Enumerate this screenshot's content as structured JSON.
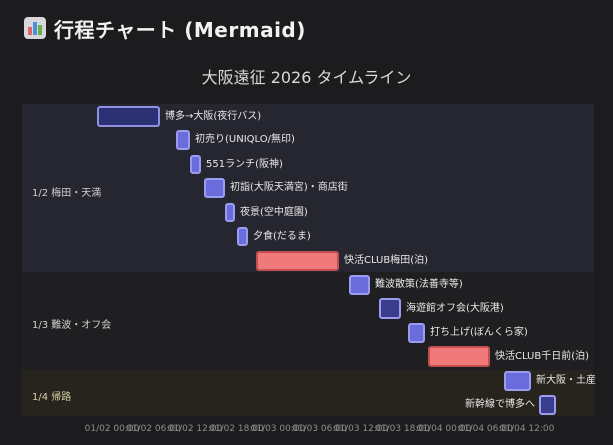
{
  "header": {
    "icon": "bar-chart-icon",
    "title": "行程チャート (Mermaid)"
  },
  "gantt": {
    "title": "大阪遠征 2026 タイムライン",
    "sections": [
      {
        "label": "1/2 梅田・天満"
      },
      {
        "label": "1/3 難波・オフ会"
      },
      {
        "label": "1/4 帰路"
      }
    ],
    "tasks": [
      {
        "label": "博多→大阪(夜行バス)",
        "section": 0,
        "status": "done"
      },
      {
        "label": "初売り(UNIQLO/無印)",
        "section": 0,
        "status": "active"
      },
      {
        "label": "551ランチ(阪神)",
        "section": 0,
        "status": "active"
      },
      {
        "label": "初詣(大阪天満宮)・商店街",
        "section": 0,
        "status": "active"
      },
      {
        "label": "夜景(空中庭園)",
        "section": 0,
        "status": "active"
      },
      {
        "label": "夕食(だるま)",
        "section": 0,
        "status": "active"
      },
      {
        "label": "快活CLUB梅田(泊)",
        "section": 0,
        "status": "crit"
      },
      {
        "label": "難波散策(法善寺等)",
        "section": 1,
        "status": "active"
      },
      {
        "label": "海遊館オフ会(大阪港)",
        "section": 1,
        "status": "dark"
      },
      {
        "label": "打ち上げ(ぼんくら家)",
        "section": 1,
        "status": "active"
      },
      {
        "label": "快活CLUB千日前(泊)",
        "section": 1,
        "status": "crit"
      },
      {
        "label": "新大阪・土産",
        "section": 2,
        "status": "active"
      },
      {
        "label": "新幹線で博多へ",
        "section": 2,
        "status": "dark"
      }
    ],
    "axis_ticks": [
      "01/02 00:00",
      "01/02 06:00",
      "01/02 12:00",
      "01/02 18:00",
      "01/03 00:00",
      "01/03 06:00",
      "01/03 12:00",
      "01/03 18:00",
      "01/04 00:00",
      "01/04 06:00",
      "01/04 12:00"
    ],
    "colors": {
      "active": "#6a6cdc",
      "done": "#2c3174",
      "crit": "#f07a7a"
    }
  }
}
